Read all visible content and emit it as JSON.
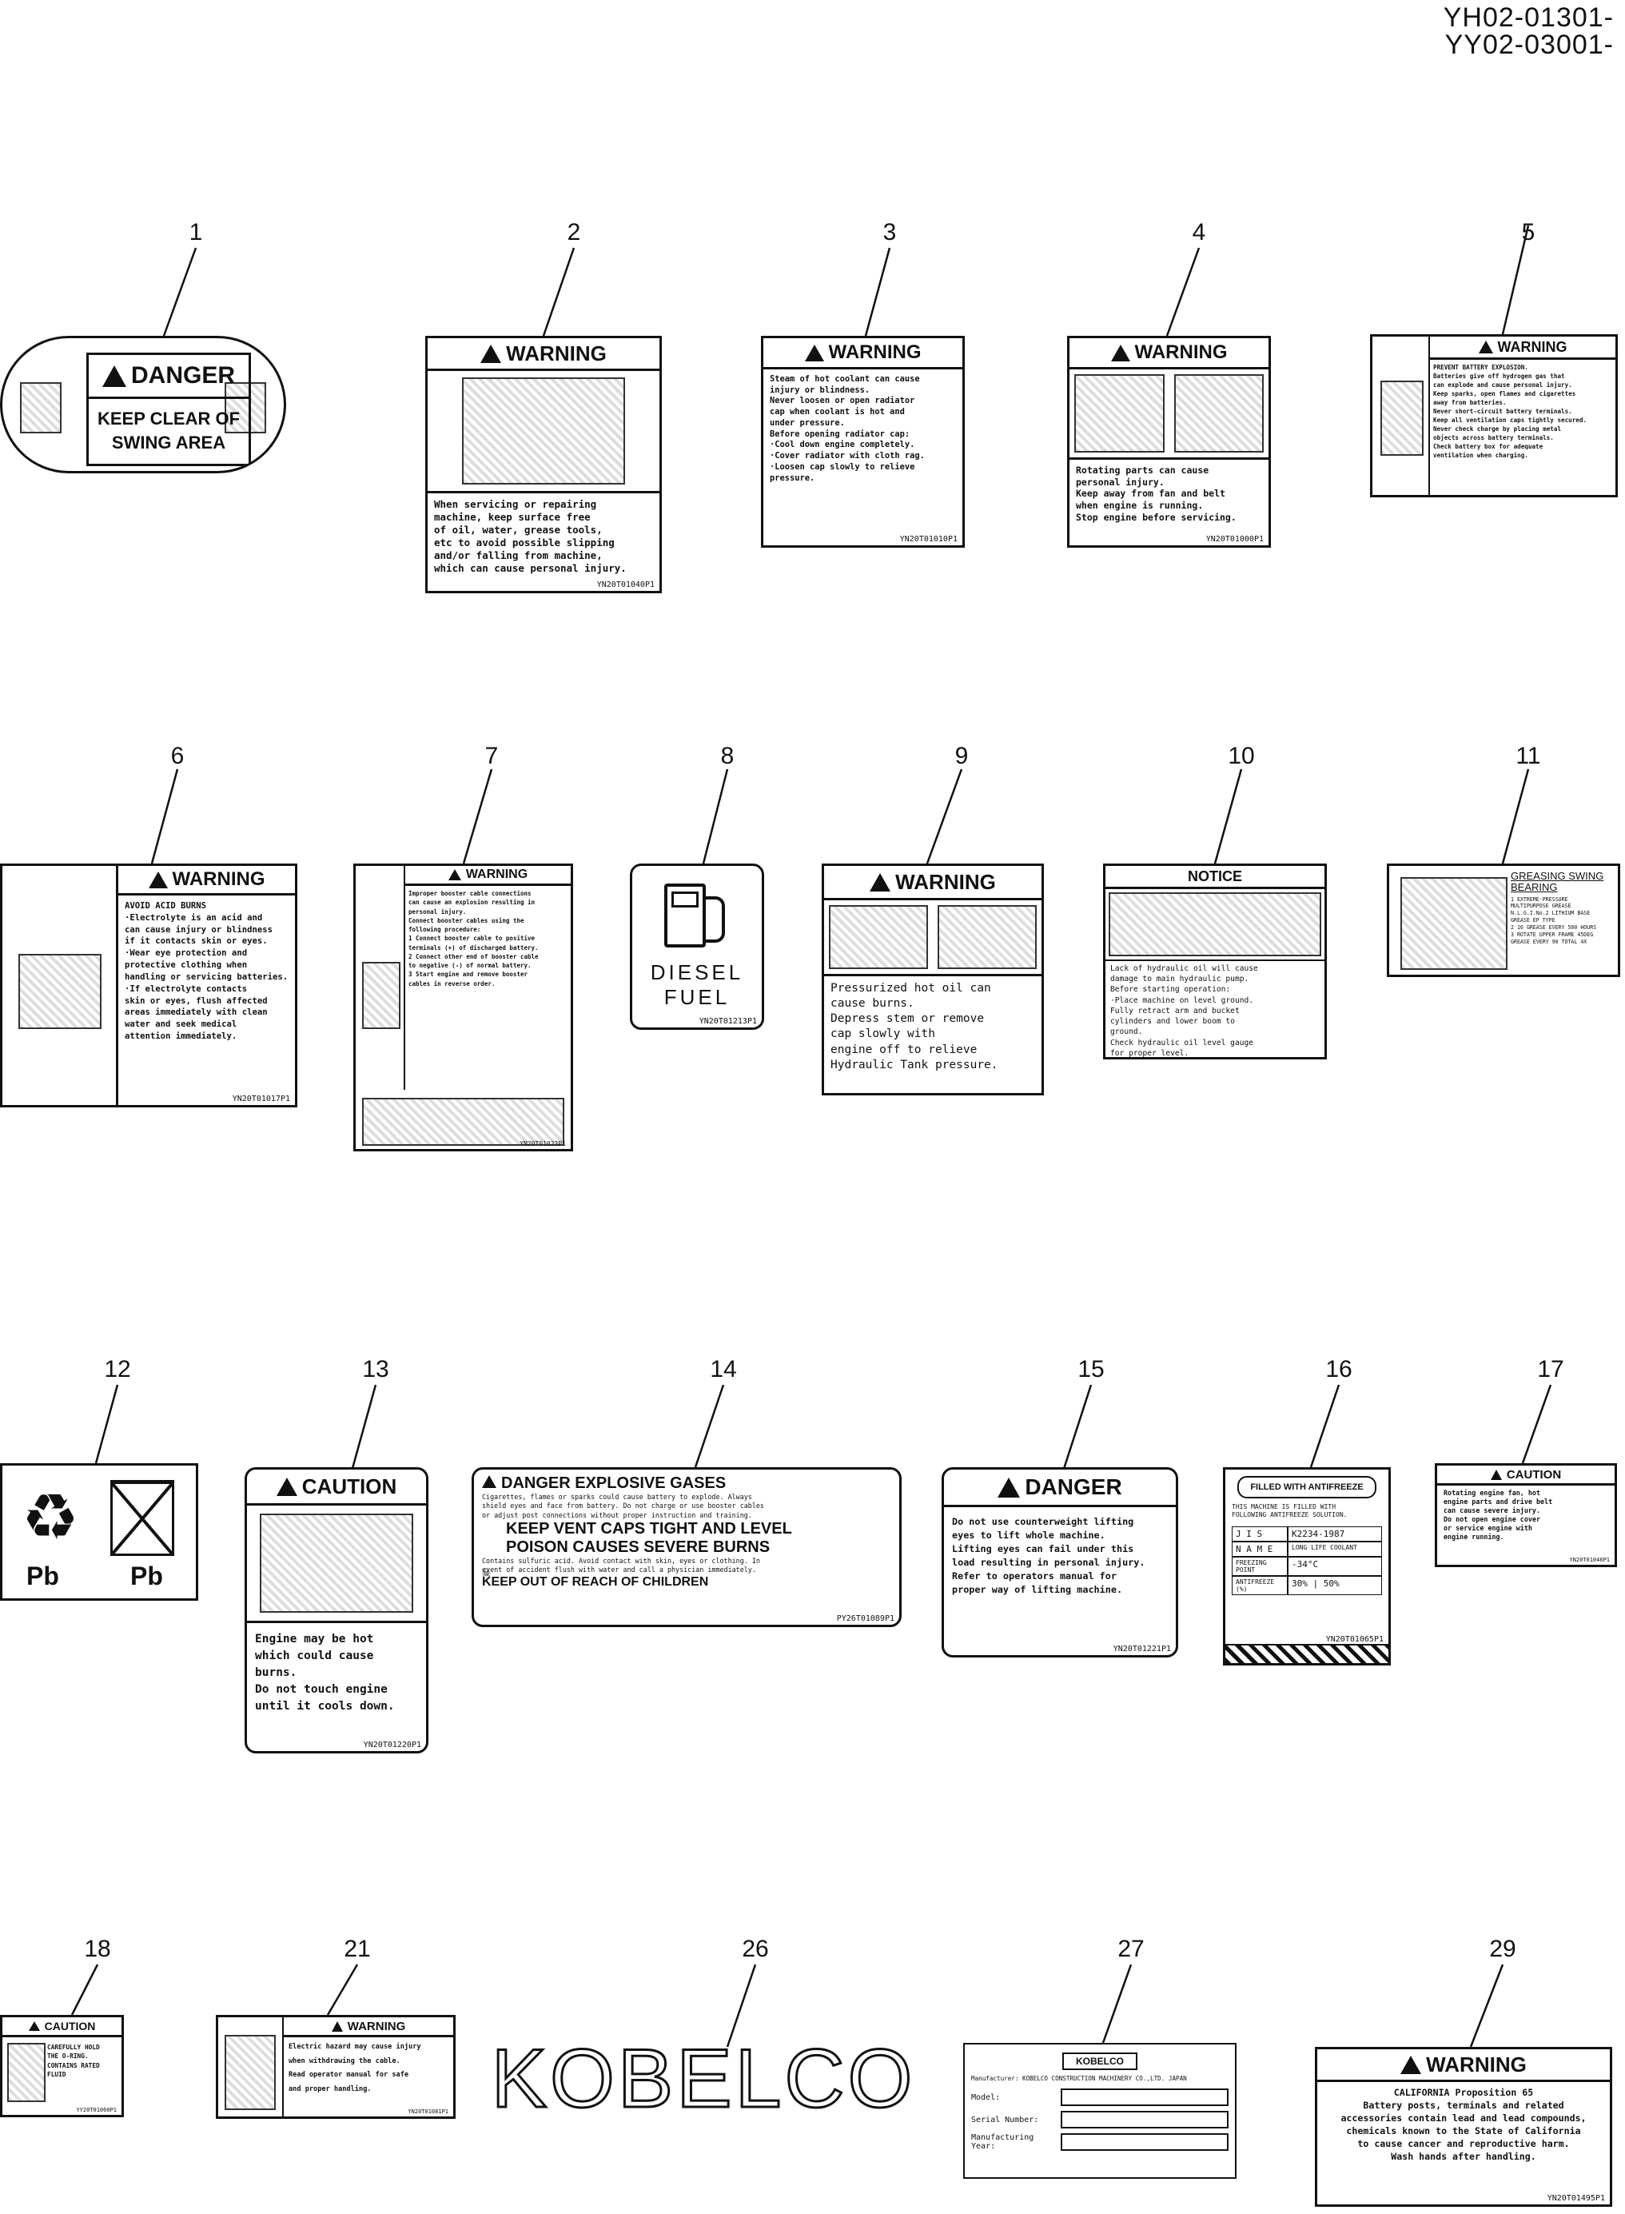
{
  "header": {
    "line1": "YH02-01301-",
    "line2": "YY02-03001-"
  },
  "labels": {
    "l1": {
      "num": "1",
      "signal": "DANGER",
      "text": "KEEP CLEAR OF\nSWING  AREA"
    },
    "l2": {
      "num": "2",
      "signal": "WARNING",
      "text": "When servicing or repairing\nmachine, keep surface free\nof oil, water, grease tools,\netc to avoid possible slipping\nand/or falling from machine,\nwhich can cause personal injury.",
      "code": "YN20T01040P1"
    },
    "l3": {
      "num": "3",
      "signal": "WARNING",
      "text": "Steam of hot coolant can cause\ninjury or blindness.\nNever loosen or open radiator\ncap when coolant is hot and\nunder pressure.\nBefore opening radiator cap:\n·Cool down engine completely.\n·Cover radiator with cloth rag.\n·Loosen cap slowly to relieve\npressure.",
      "code": "YN20T01010P1"
    },
    "l4": {
      "num": "4",
      "signal": "WARNING",
      "text": "Rotating parts can cause\npersonal injury.\nKeep away from fan and belt\nwhen engine is running.\nStop engine before servicing.",
      "code": "YN20T01000P1"
    },
    "l5": {
      "num": "5",
      "signal": "WARNING",
      "text": "PREVENT BATTERY EXPLOSION.\nBatteries give off hydrogen gas that\ncan explode and cause personal injury.\nKeep sparks, open flames and cigarettes\naway from batteries.\nNever short-circuit battery terminals.\nKeep all ventilation caps tightly secured.\nNever check charge by placing metal\nobjects across battery terminals.\nCheck battery box for adequate\nventilation when charging."
    },
    "l6": {
      "num": "6",
      "signal": "WARNING",
      "text": "AVOID ACID BURNS\n·Electrolyte is an acid and\ncan cause injury or blindness\nif it contacts skin or eyes.\n·Wear eye protection and\nprotective clothing when\nhandling or servicing batteries.\n·If electrolyte contacts\nskin or eyes, flush affected\nareas immediately with clean\nwater and seek medical\nattention immediately.",
      "code": "YN20T01017P1"
    },
    "l7": {
      "num": "7",
      "signal": "WARNING",
      "text": "Improper booster cable connections\ncan cause an explosion resulting in\npersonal injury.\nConnect booster cables using the\nfollowing procedure:\n1 Connect booster cable to positive\nterminals (+) of discharged battery.\n2 Connect other end of booster cable\nto negative (-) of normal battery.\n3 Start engine and remove booster\ncables in reverse order.",
      "code": "YN20T01023P1"
    },
    "l8": {
      "num": "8",
      "text": "DIESEL\nFUEL",
      "code": "YN20T01213P1"
    },
    "l9": {
      "num": "9",
      "signal": "WARNING",
      "text": "Pressurized hot oil can\ncause burns.\nDepress stem or remove\ncap slowly with\nengine off to relieve\nHydraulic Tank pressure."
    },
    "l10": {
      "num": "10",
      "signal": "NOTICE",
      "text": "Lack of hydraulic oil will cause\ndamage to main hydraulic pump.\nBefore starting operation:\n·Place machine on level ground.\nFully retract arm and bucket\ncylinders and lower boom to\nground.\nCheck hydraulic oil level gauge\nfor proper level."
    },
    "l11": {
      "num": "11",
      "signal": "GREASING SWING\nBEARING",
      "text": "1 EXTREME-PRESSURE\nMULTIPURPOSE GREASE\nN.L.G.I.No.2 LITHIUM BASE\nGREASE EP TYPE\n2 10 GREASE EVERY 500 HOURS\n3 ROTATE UPPER FRAME 45DEG\nGREASE EVERY 90 TOTAL 4X"
    },
    "l12": {
      "num": "12",
      "pb1": "Pb",
      "pb2": "Pb"
    },
    "l13": {
      "num": "13",
      "signal": "CAUTION",
      "text": "Engine may be hot\nwhich could cause\nburns.\nDo not touch engine\nuntil it cools down.",
      "code": "YN20T01220P1"
    },
    "l14": {
      "num": "14",
      "signal": "DANGER EXPLOSIVE GASES",
      "text": "Cigarettes, flames or sparks could cause battery to explode. Always\nshield eyes and face from battery. Do not charge or use booster cables\nor adjust post connections without proper instruction and training.",
      "big1": "KEEP VENT CAPS TIGHT AND LEVEL",
      "big2": "POISON CAUSES SEVERE BURNS",
      "text2": "Contains sulfuric acid. Avoid contact with skin, eyes or clothing. In\nevent of accident flush with water and call a physician immediately.",
      "foot": "KEEP OUT OF REACH OF CHILDREN",
      "code": "PY26T01089P1"
    },
    "l15": {
      "num": "15",
      "signal": "DANGER",
      "text": "Do not use counterweight lifting\neyes to lift whole machine.\nLifting eyes can fail under this\nload resulting in personal injury.\nRefer to operators manual for\nproper way of lifting machine.",
      "code": "YN20T01221P1"
    },
    "l16": {
      "num": "16",
      "signal": "FILLED WITH ANTIFREEZE",
      "text": "THIS MACHINE IS FILLED WITH\nFOLLOWING ANTIFREEZE SOLUTION.",
      "t1a": "J I S",
      "t1b": "K2234-1987",
      "t2a": "N A M E",
      "t2b": "LONG LIFE COOLANT",
      "t3a": "FREEZING POINT",
      "t3b": "-34°C",
      "t4a": "ANTIFREEZE (%)",
      "t4b": "30% | 50%",
      "code": "YN20T01065P1"
    },
    "l17": {
      "num": "17",
      "signal": "CAUTION",
      "text": "Rotating engine fan, hot\nengine parts and drive belt\ncan cause severe injury.\nDo not open engine cover\nor service engine with\nengine running.",
      "code": "YN20T01046P1"
    },
    "l18": {
      "num": "18",
      "signal": "CAUTION",
      "text": "CAREFULLY HOLD\nTHE O-RING.\nCONTAINS RATED FLUID",
      "code": "YY20T01060P1"
    },
    "l21": {
      "num": "21",
      "signal": "WARNING",
      "text": "Electric hazard may cause injury\nwhen withdrawing the cable.\nRead operator manual for safe\nand proper handling.",
      "code": "YN20T01081P1"
    },
    "l26": {
      "num": "26",
      "text": "KOBELCO"
    },
    "l27": {
      "num": "27",
      "signal": "KOBELCO",
      "mfr": "Manufacturer: KOBELCO CONSTRUCTION MACHINERY CO.,LTD. JAPAN",
      "f1": "Model:",
      "f2": "Serial Number:",
      "f3": "Manufacturing Year:"
    },
    "l29": {
      "num": "29",
      "signal": "WARNING",
      "text": "CALIFORNIA Proposition 65\nBattery posts, terminals and related\naccessories contain lead and lead compounds,\nchemicals known to the State of California\nto cause cancer and reproductive harm.\nWash hands after handling.",
      "code": "YN20T01495P1"
    }
  }
}
